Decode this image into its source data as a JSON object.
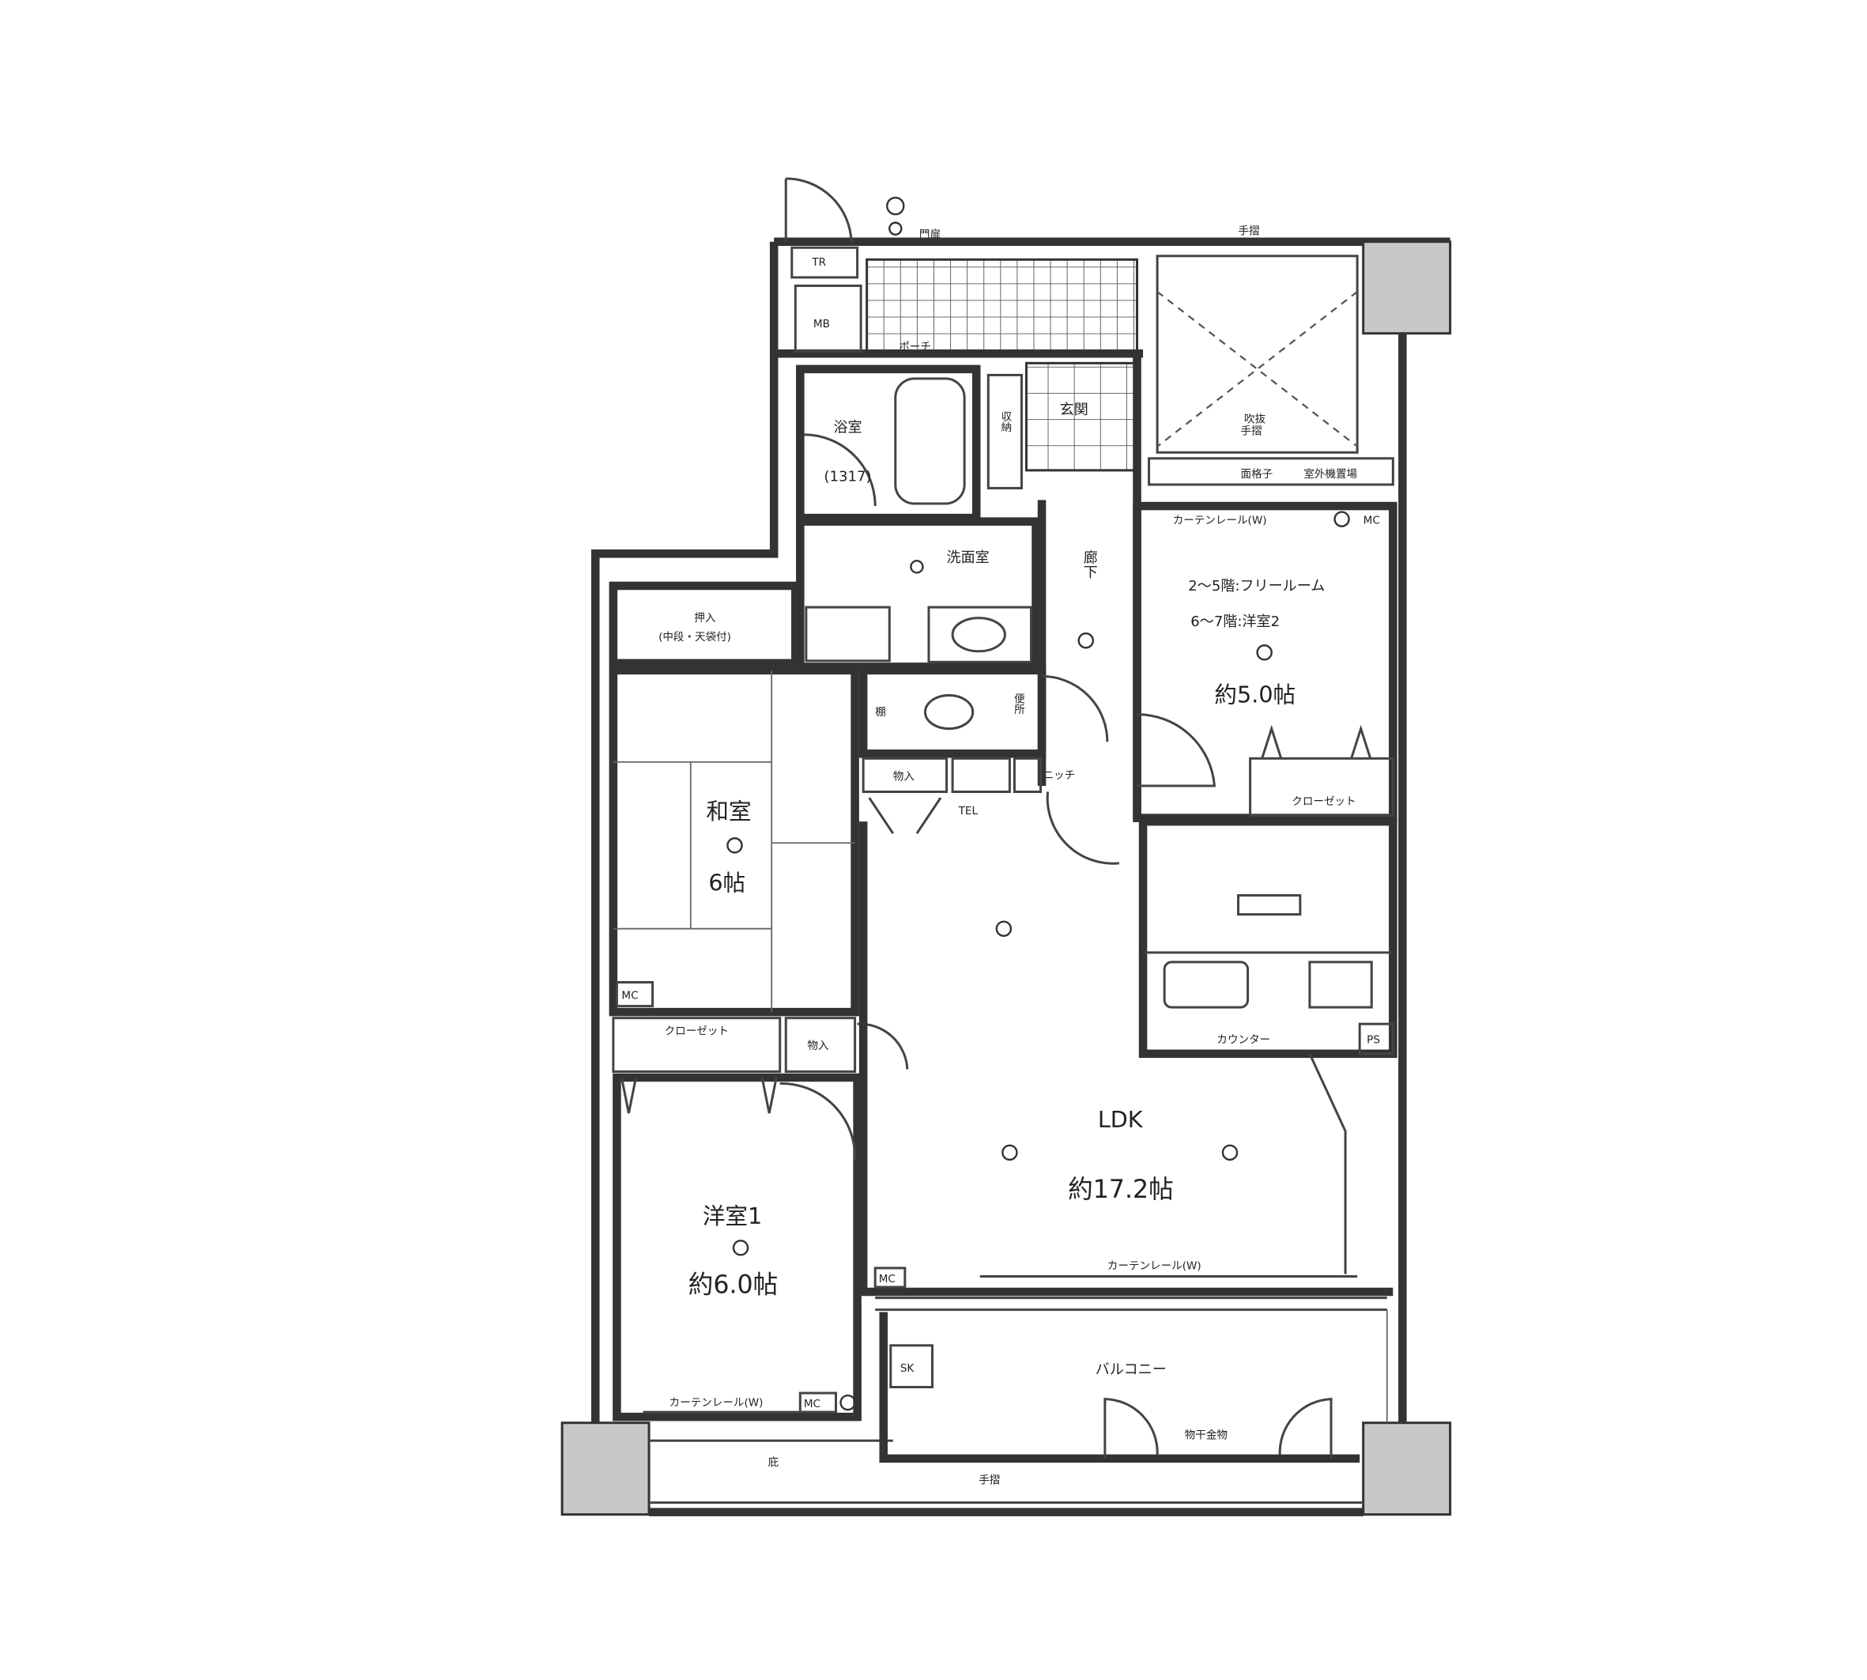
{
  "plan": {
    "rooms": {
      "ldk_name": "LDK",
      "ldk_area": "約17.2帖",
      "washitsu_name": "和室",
      "washitsu_area": "6帖",
      "yoshitsu1_name": "洋室1",
      "yoshitsu1_area": "約6.0帖",
      "free_room_line1": "2～5階:フリールーム",
      "free_room_line2": "6～7階:洋室2",
      "free_room_area": "約5.0帖",
      "bath": "浴室",
      "bath_size": "(1317)",
      "washroom": "洗面室",
      "toilet": "便所",
      "entrance": "玄関",
      "hallway": "廊下",
      "balcony": "バルコニー",
      "void": "吹抜"
    },
    "labels": {
      "tr": "TR",
      "mb": "MB",
      "gate": "門扉",
      "porch": "ポーチ",
      "handrail": "手摺",
      "lattice": "面格子",
      "ac_unit": "室外機置場",
      "curtain_rail": "カーテンレール(W)",
      "mc": "MC",
      "oshiire_1": "押入",
      "oshiire_2": "(中段・天袋付)",
      "closet": "クローゼット",
      "storage": "物入",
      "shelf": "棚",
      "storage_entrance": "収納",
      "niche": "ニッチ",
      "tel": "TEL",
      "counter": "カウンター",
      "ps": "PS",
      "sk": "SK",
      "clothes_hanger": "物干金物",
      "eaves": "庇"
    }
  }
}
